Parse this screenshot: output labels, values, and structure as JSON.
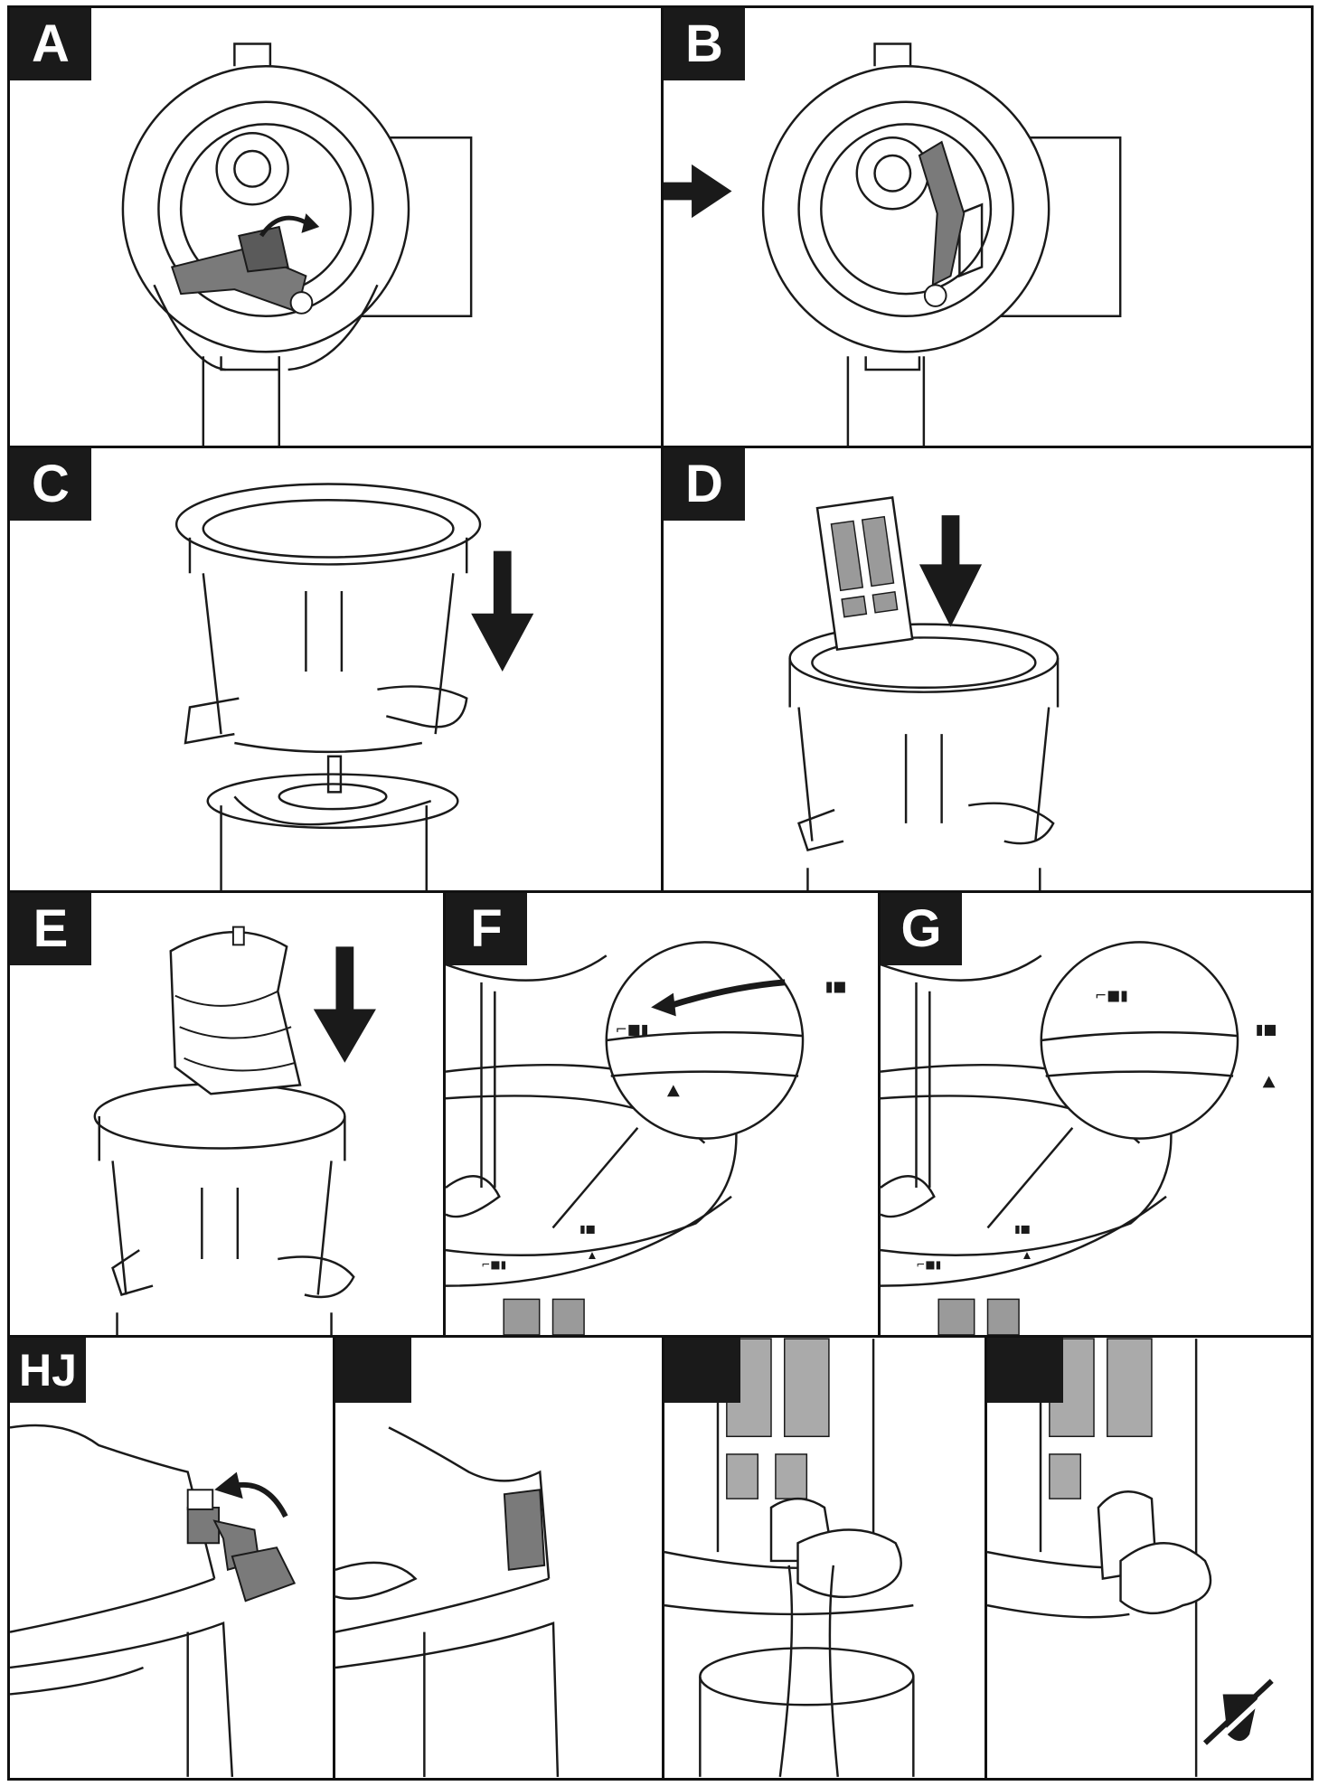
{
  "document": {
    "type": "instruction figure sheet",
    "panels": [
      {
        "id": "A",
        "label": "A"
      },
      {
        "id": "B",
        "label": "B"
      },
      {
        "id": "C",
        "label": "C"
      },
      {
        "id": "D",
        "label": "D"
      },
      {
        "id": "E",
        "label": "E"
      },
      {
        "id": "F",
        "label": "F"
      },
      {
        "id": "G",
        "label": "G"
      },
      {
        "id": "H",
        "label": "HJ"
      },
      {
        "id": "I",
        "label": ""
      },
      {
        "id": "J",
        "label": ""
      },
      {
        "id": "K",
        "label": ""
      }
    ],
    "colors": {
      "line": "#1a1a1a",
      "part_fill": "#7a7a7a",
      "background": "#ffffff"
    },
    "icons": [
      "rotate-arrow-icon",
      "right-arrow-icon",
      "down-arrow-icon",
      "lock-icon",
      "unlock-icon",
      "triangle-marker-icon",
      "no-drip-icon"
    ]
  }
}
